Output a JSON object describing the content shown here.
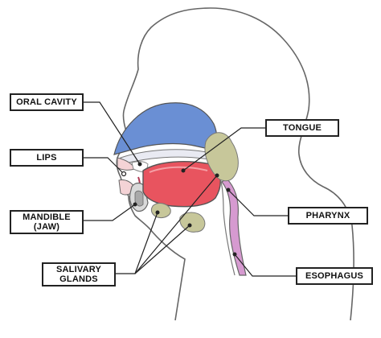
{
  "labels": {
    "oral_cavity": "ORAL CAVITY",
    "lips": "LIPS",
    "mandible_line1": "MANDIBLE",
    "mandible_line2": "(JAW)",
    "salivary_line1": "SALIVARY",
    "salivary_line2": "GLANDS",
    "tongue": "TONGUE",
    "pharynx": "PHARYNX",
    "esophagus": "ESOPHAGUS"
  },
  "colors": {
    "nasal_cavity": "#6a8fd4",
    "tongue": "#e8545f",
    "esophagus": "#d69ad0",
    "salivary_gland": "#c7c79a",
    "outline": "#666666",
    "leader_line": "#222222"
  }
}
